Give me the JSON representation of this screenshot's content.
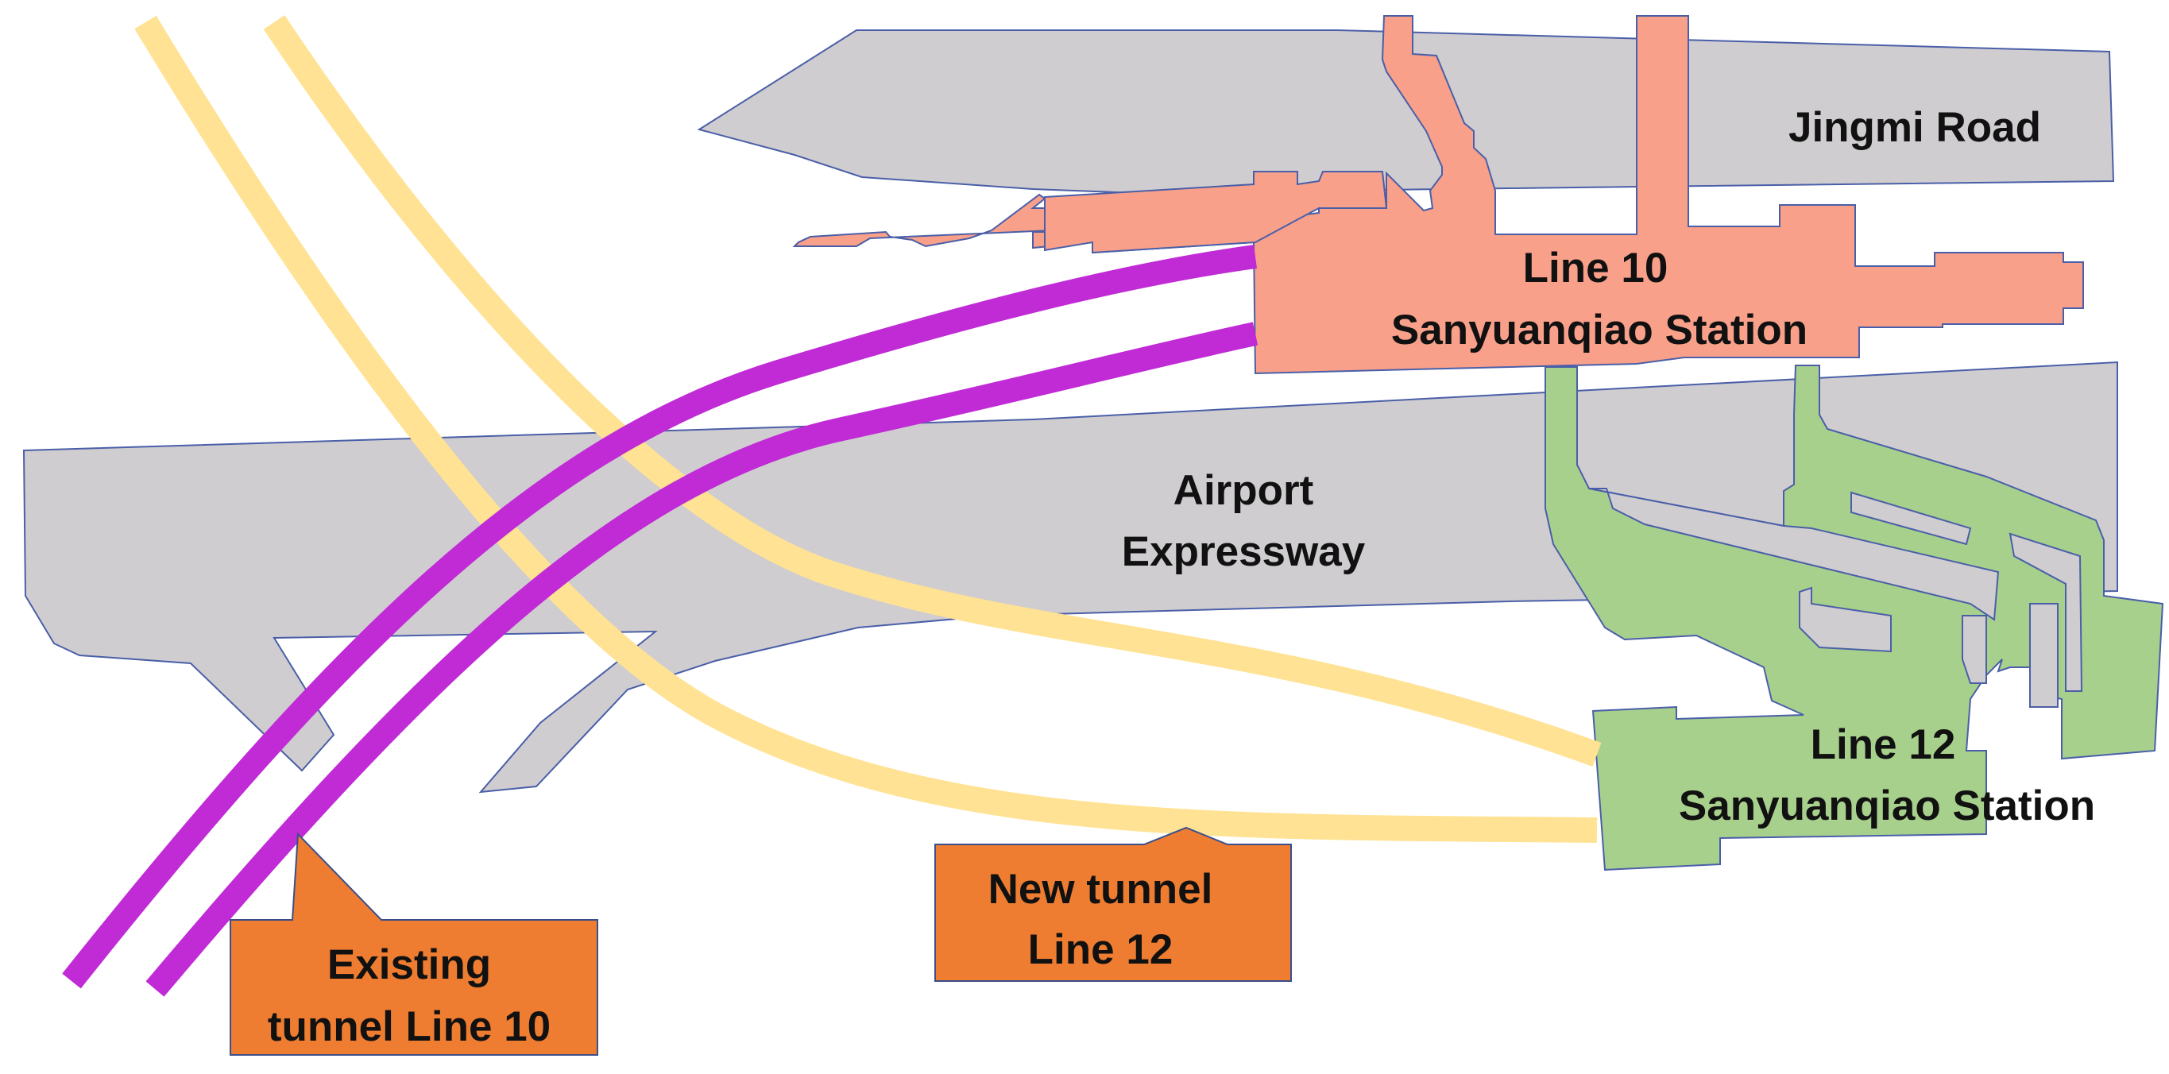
{
  "labels": {
    "jingmi_road": "Jingmi Road",
    "line10_line1": "Line 10",
    "line10_line2": "Sanyuanqiao Station",
    "airport_line1": "Airport",
    "airport_line2": "Expressway",
    "line12_line1": "Line 12",
    "line12_line2": "Sanyuanqiao Station",
    "new_tunnel_line1": "New tunnel",
    "new_tunnel_line2": "Line 12",
    "existing_line1": "Existing",
    "existing_line2": "tunnel Line 10"
  },
  "colors": {
    "road": "#d0cdd0",
    "line10_station": "#f8a08a",
    "line12_station": "#a8d08d",
    "line10_tunnel": "#c02bd6",
    "line12_tunnel": "#ffe293",
    "callout": "#ee7d31",
    "outline": "#4a5fa8"
  }
}
